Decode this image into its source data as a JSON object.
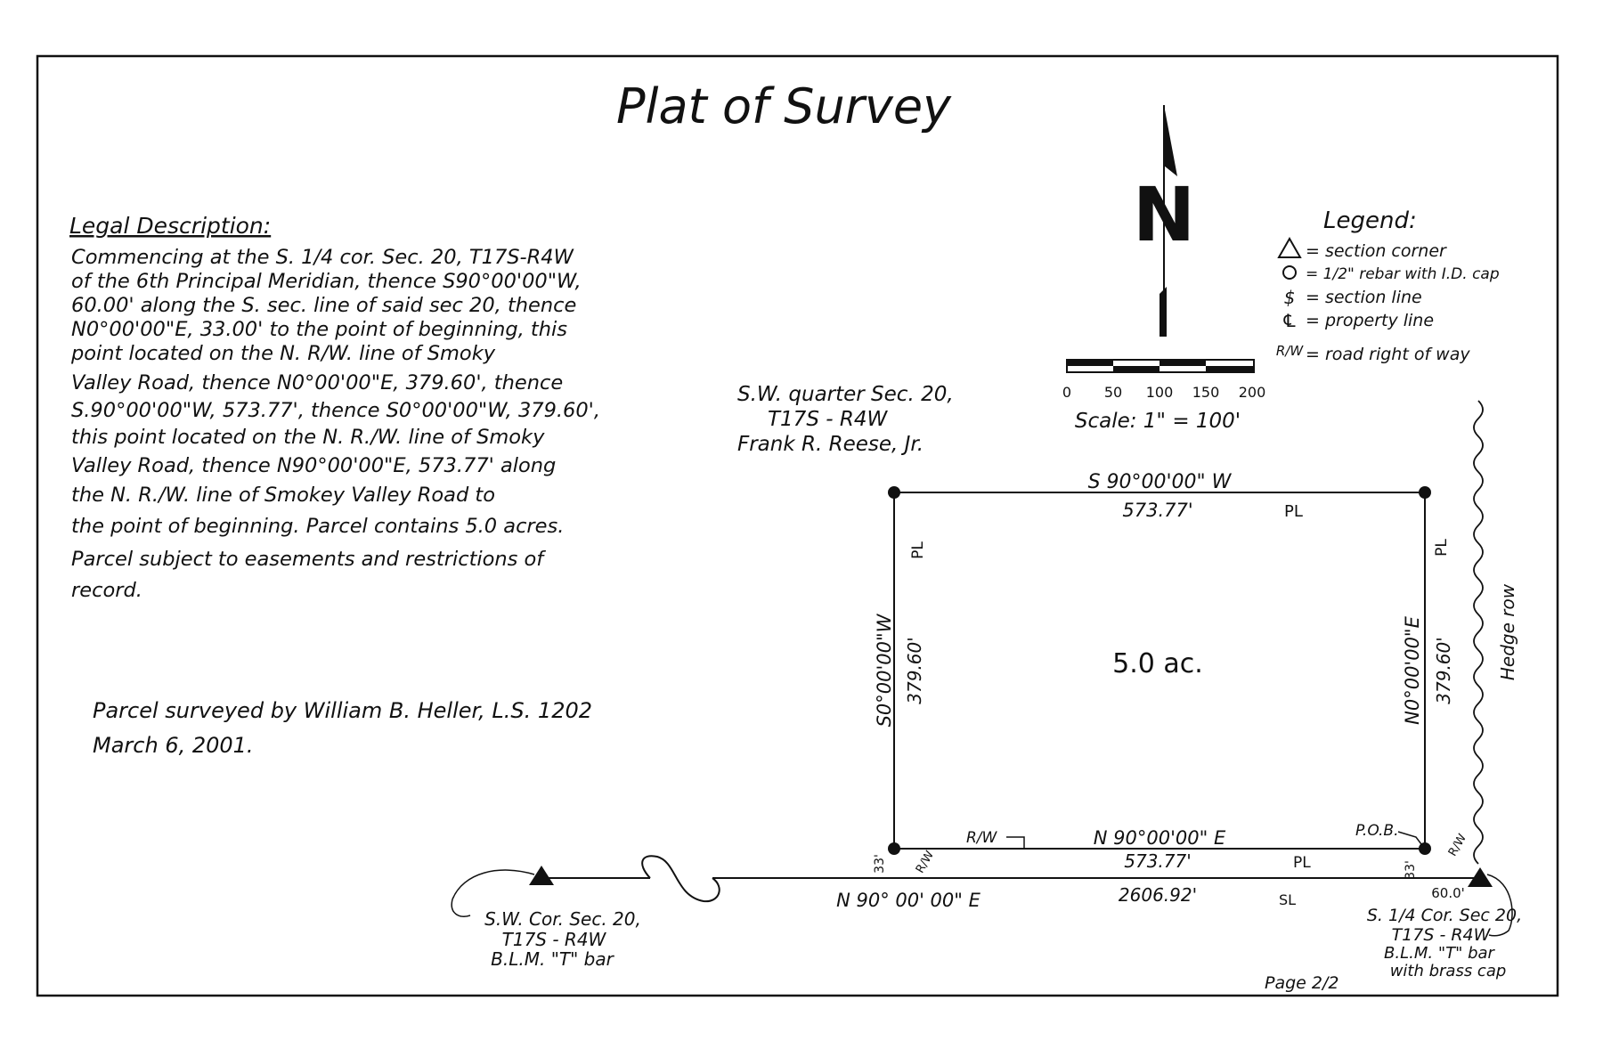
{
  "title": "Plat of Survey",
  "legal_description": {
    "heading": "Legal Description:",
    "lines": [
      "Commencing at the S. 1/4 cor. Sec. 20, T17S-R4W",
      "of the 6th Principal Meridian, thence S90°00'00\"W,",
      "60.00' along the S. sec. line of said sec 20, thence",
      "N0°00'00\"E, 33.00' to the point of beginning, this",
      "point located on the N. R/W. line of Smoky",
      "Valley Road, thence N0°00'00\"E, 379.60', thence",
      "S.90°00'00\"W, 573.77', thence S0°00'00\"W, 379.60',",
      "this point located on the N. R./W. line of Smoky",
      "Valley Road, thence N90°00'00\"E, 573.77' along",
      "the N. R./W. line of Smokey Valley Road to",
      "the point of beginning. Parcel contains 5.0 acres.",
      "Parcel subject to easements and restrictions of",
      "record."
    ]
  },
  "surveyor": {
    "line1": "Parcel surveyed by William B. Heller, L.S. 1202",
    "line2": "March 6, 2001."
  },
  "legend": {
    "heading": "Legend:",
    "items": [
      "= section corner",
      "= 1/2\" rebar with I.D. cap",
      "= section line",
      "= property line",
      "= road right of way"
    ],
    "symbols": [
      "triangle-icon",
      "circle-icon",
      "section-line-icon",
      "property-line-icon",
      "right-of-way-icon"
    ]
  },
  "scale": {
    "ticks": [
      "0",
      "50",
      "100",
      "150",
      "200"
    ],
    "label": "Scale: 1\" = 100'"
  },
  "north_arrow": "N",
  "owner": {
    "lines": [
      "S.W. quarter Sec. 20,",
      "T17S - R4W",
      "Frank R. Reese, Jr."
    ]
  },
  "parcel": {
    "area": "5.0 ac.",
    "north_bearing": "S 90°00'00\" W",
    "north_distance": "573.77'",
    "south_bearing": "N 90°00'00\" E",
    "south_distance": "573.77'",
    "west_bearing": "S0°00'00\"W",
    "west_distance": "379.60'",
    "east_bearing": "N0°00'00\"E",
    "east_distance": "379.60'"
  },
  "section_line": {
    "bearing": "N 90° 00' 00\" E",
    "distance": "2606.92'"
  },
  "offsets": {
    "west_33": "33'",
    "east_33": "33'",
    "east_60": "60.0'"
  },
  "labels": {
    "pob": "P.O.B.",
    "rw": "R/W",
    "hedge_row": "Hedge row",
    "pl": "PL",
    "sl": "SL"
  },
  "sw_corner": {
    "lines": [
      "S.W. Cor. Sec. 20,",
      "T17S - R4W",
      "B.L.M. \"T\" bar"
    ]
  },
  "s_quarter_corner": {
    "lines": [
      "S. 1/4 Cor. Sec 20,",
      "T17S - R4W",
      "B.L.M. \"T\" bar",
      "with brass cap"
    ]
  },
  "page_number": "Page 2/2"
}
